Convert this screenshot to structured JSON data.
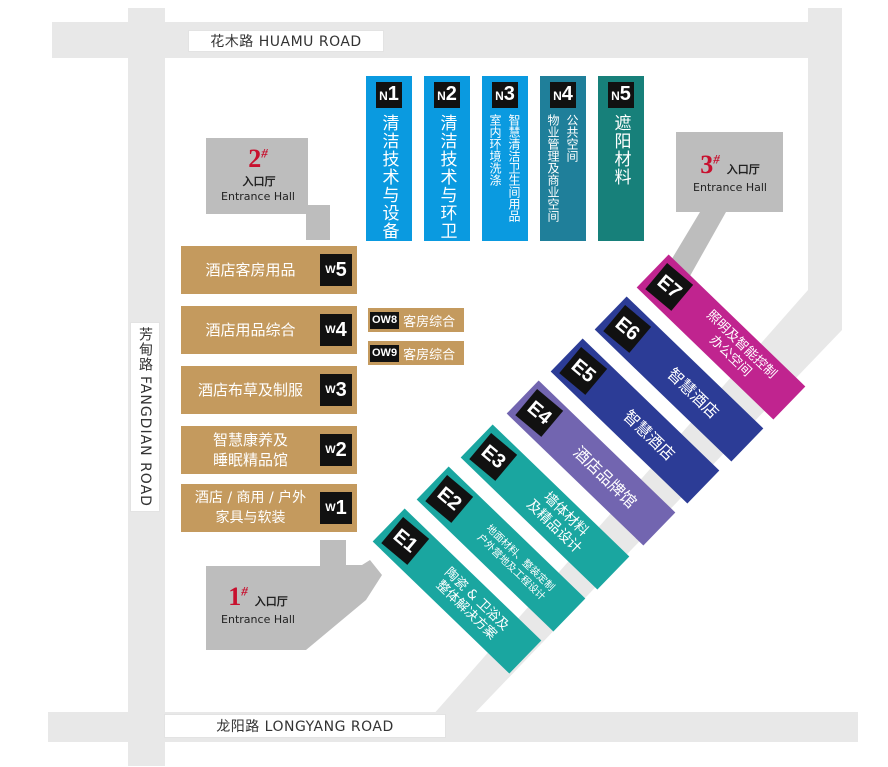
{
  "roads": {
    "north": "花木路  HUAMU ROAD",
    "south": "龙阳路  LONGYANG ROAD",
    "west_cn": "芳甸路",
    "west_en": "FANGDIAN ROAD"
  },
  "colors": {
    "road": "#e8e8e8",
    "entrance": "#bdbdbd",
    "west_hall": "#c49a5e",
    "n1": "#0a9ae0",
    "n2": "#0a9ae0",
    "n3": "#0a9ae0",
    "n4": "#1f7f9a",
    "n5": "#17807a",
    "e1": "#1aa6a0",
    "e2": "#1aa6a0",
    "e3": "#1aa6a0",
    "e4": "#7265b0",
    "e5": "#2c3c96",
    "e6": "#2c3c96",
    "e7": "#c0248f",
    "entrance_number": "#c8102e"
  },
  "north_halls": [
    {
      "prefix": "N",
      "num": "1",
      "lines": [
        "清洁技术与设备"
      ]
    },
    {
      "prefix": "N",
      "num": "2",
      "lines": [
        "清洁技术与环卫"
      ]
    },
    {
      "prefix": "N",
      "num": "3",
      "lines": [
        "智慧清洁卫生间用品",
        "室内环境洗涤"
      ]
    },
    {
      "prefix": "N",
      "num": "4",
      "lines": [
        "公共空间",
        "物业管理及商业空间"
      ]
    },
    {
      "prefix": "N",
      "num": "5",
      "lines": [
        "遮阳材料"
      ]
    }
  ],
  "west_halls": [
    {
      "prefix": "W",
      "num": "5",
      "name": "酒店客房用品"
    },
    {
      "prefix": "W",
      "num": "4",
      "name": "酒店用品综合"
    },
    {
      "prefix": "W",
      "num": "3",
      "name": "酒店布草及制服"
    },
    {
      "prefix": "W",
      "num": "2",
      "name": "智慧康养及\n睡眠精品馆"
    },
    {
      "prefix": "W",
      "num": "1",
      "name": "酒店 / 商用 / 户外\n家具与软装"
    }
  ],
  "ow_halls": [
    {
      "code": "OW8",
      "name": "客房综合"
    },
    {
      "code": "OW9",
      "name": "客房综合"
    }
  ],
  "east_halls": [
    {
      "code": "E1",
      "name": "陶瓷 & 卫浴及\n整体解决方案"
    },
    {
      "code": "E2",
      "name": "地面材料、整装定制\n户外营地及工程设计"
    },
    {
      "code": "E3",
      "name": "墙体材料\n及精品设计"
    },
    {
      "code": "E4",
      "name": "酒店品牌馆"
    },
    {
      "code": "E5",
      "name": "智慧酒店"
    },
    {
      "code": "E6",
      "name": "智慧酒店"
    },
    {
      "code": "E7",
      "name": "照明及智能控制\n办公空间"
    }
  ],
  "entrances": [
    {
      "num": "1",
      "sup": "#",
      "cn": "入口厅",
      "en": "Entrance Hall"
    },
    {
      "num": "2",
      "sup": "#",
      "cn": "入口厅",
      "en": "Entrance Hall"
    },
    {
      "num": "3",
      "sup": "#",
      "cn": "入口厅",
      "en": "Entrance Hall"
    }
  ]
}
